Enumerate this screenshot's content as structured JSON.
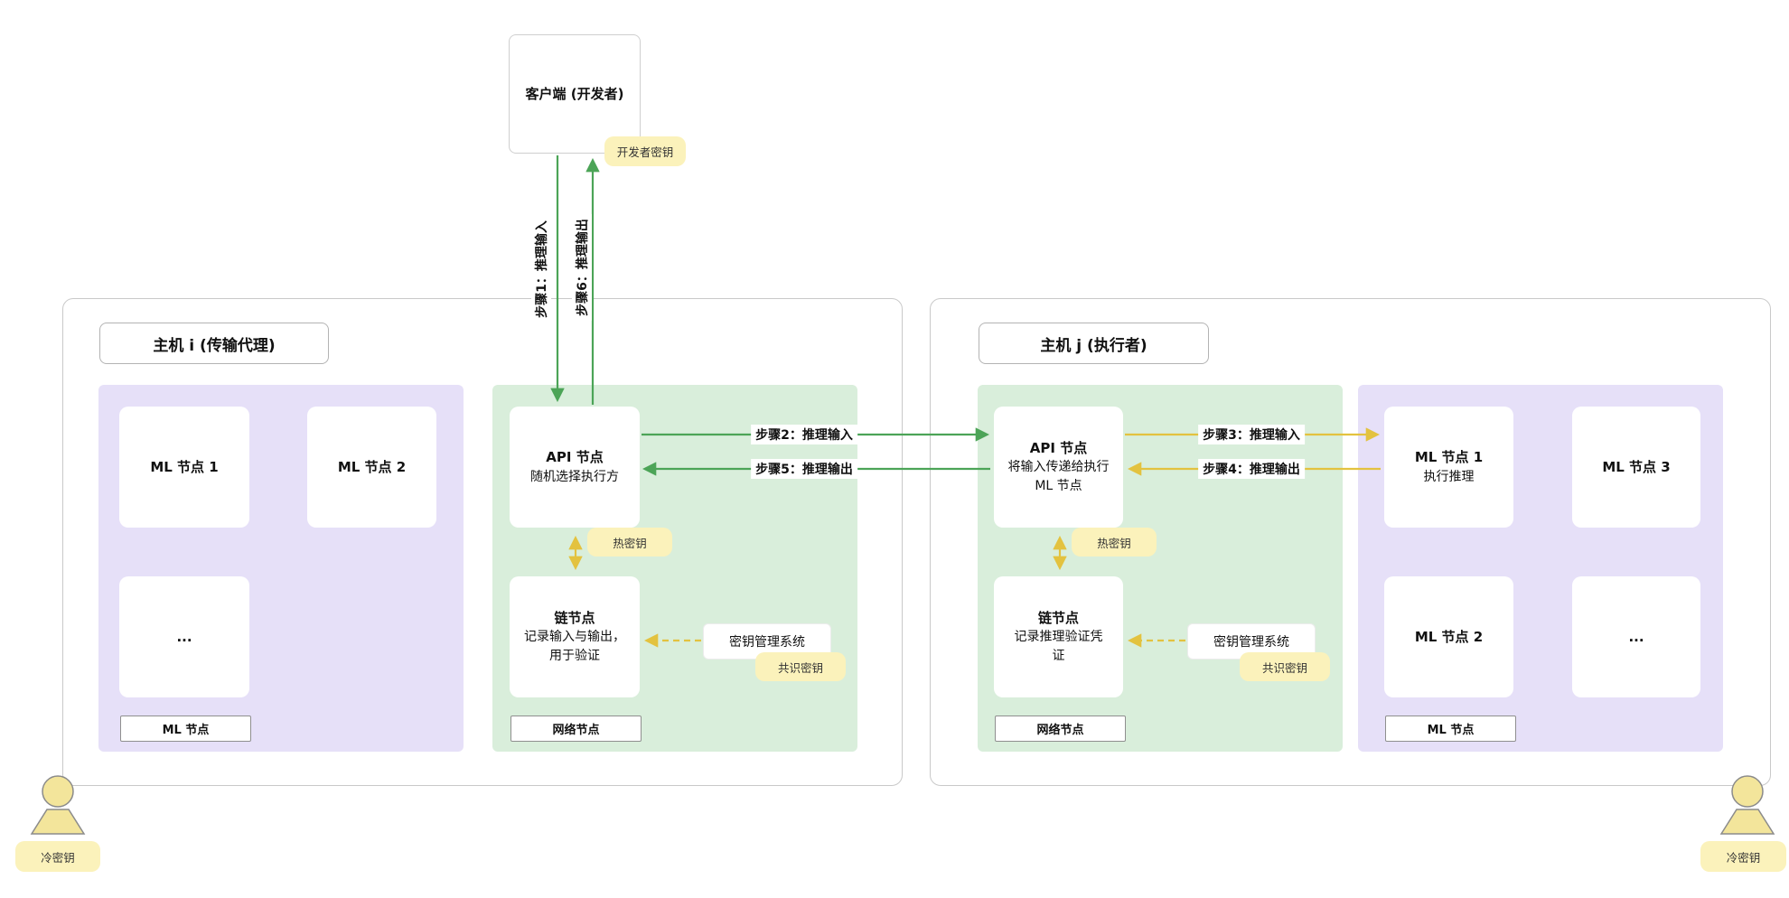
{
  "diagram": {
    "client": {
      "title": "客户端 (开发者)",
      "key_badge": "开发者密钥"
    },
    "steps": {
      "s1": "步骤1：推理输入",
      "s2": "步骤2：推理输入",
      "s3": "步骤3：推理输入",
      "s4": "步骤4：推理输出",
      "s5": "步骤5：推理输出",
      "s6": "步骤6：推理输出"
    },
    "host_i": {
      "title": "主机 i (传输代理)",
      "ml_panel": {
        "label": "ML 节点",
        "node1": "ML 节点 1",
        "node2": "ML 节点 2",
        "node3": "..."
      },
      "net_panel": {
        "label": "网络节点",
        "api_title": "API 节点",
        "api_desc": "随机选择执行方",
        "chain_title": "链节点",
        "chain_desc": "记录输入与输出，\n用于验证",
        "kms": "密钥管理系统",
        "hot_key": "热密钥",
        "consensus_key": "共识密钥"
      },
      "cold_key": "冷密钥"
    },
    "host_j": {
      "title": "主机 j (执行者)",
      "net_panel": {
        "label": "网络节点",
        "api_title": "API 节点",
        "api_desc": "将输入传递给执行\nML 节点",
        "chain_title": "链节点",
        "chain_desc": "记录推理验证凭\n证",
        "kms": "密钥管理系统",
        "hot_key": "热密钥",
        "consensus_key": "共识密钥"
      },
      "ml_panel": {
        "label": "ML 节点",
        "node1_title": "ML 节点 1",
        "node1_desc": "执行推理",
        "node2": "ML 节点 3",
        "node3": "ML 节点 2",
        "node4": "..."
      },
      "cold_key": "冷密钥"
    },
    "colors": {
      "arrow_green": "#4ca457",
      "arrow_yellow": "#e3c23f",
      "panel_purple": "#e6e0f8",
      "panel_green": "#d9eedb",
      "badge_yellow": "#fbf2bb"
    }
  }
}
